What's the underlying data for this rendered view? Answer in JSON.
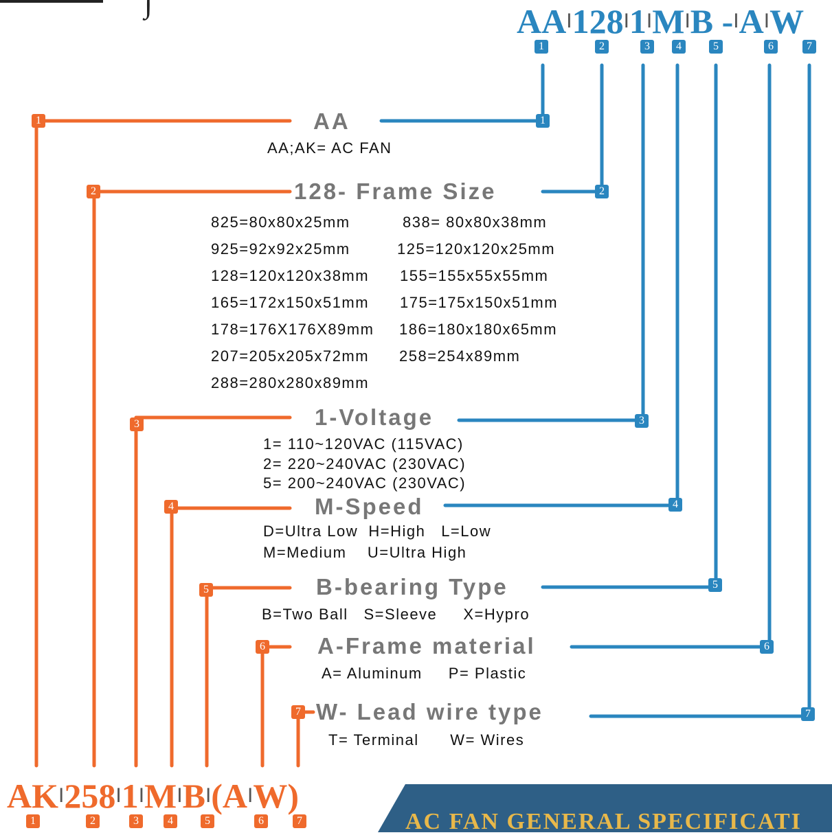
{
  "colors": {
    "blue": "#2a86bf",
    "orange": "#ef6a2c",
    "heading": "#777777",
    "banner": "#2e5f86",
    "banner_text": "#e8b84a"
  },
  "top_code": {
    "parts": [
      "AA",
      "128",
      "1",
      "M",
      "B -",
      "A",
      "W"
    ],
    "badges": [
      "1",
      "2",
      "3",
      "4",
      "5",
      "6",
      "7"
    ]
  },
  "bottom_code": {
    "parts": [
      "AK",
      "258",
      "1",
      "M",
      "B",
      "(A",
      "W)"
    ],
    "badges": [
      "1",
      "2",
      "3",
      "4",
      "5",
      "6",
      "7"
    ]
  },
  "sections": [
    {
      "num": "1",
      "title": "AA",
      "lines": [
        "AA;AK= AC FAN"
      ]
    },
    {
      "num": "2",
      "title": "128- Frame Size",
      "lines": [
        "825=80x80x25mm",
        "838= 80x80x38mm",
        "925=92x92x25mm",
        "125=120x120x25mm",
        "128=120x120x38mm",
        "155=155x55x55mm",
        "165=172x150x51mm",
        "175=175x150x51mm",
        "178=176X176X89mm",
        "186=180x180x65mm",
        "207=205x205x72mm",
        "258=254x89mm",
        "288=280x280x89mm"
      ]
    },
    {
      "num": "3",
      "title": "1-Voltage",
      "lines": [
        "1= 110~120VAC (115VAC)",
        "2= 220~240VAC (230VAC)",
        "5= 200~240VAC (230VAC)"
      ]
    },
    {
      "num": "4",
      "title": "M-Speed",
      "lines": [
        "D=Ultra Low  H=High   L=Low",
        "M=Medium    U=Ultra High"
      ]
    },
    {
      "num": "5",
      "title": "B-bearing Type",
      "lines": [
        "B=Two Ball   S=Sleeve     X=Hypro"
      ]
    },
    {
      "num": "6",
      "title": "A-Frame material",
      "lines": [
        "A= Aluminum     P= Plastic"
      ]
    },
    {
      "num": "7",
      "title": "W- Lead wire type",
      "lines": [
        "T= Terminal      W= Wires"
      ]
    }
  ],
  "banner": {
    "text": "AC FAN GENERAL SPECIFICATI"
  }
}
